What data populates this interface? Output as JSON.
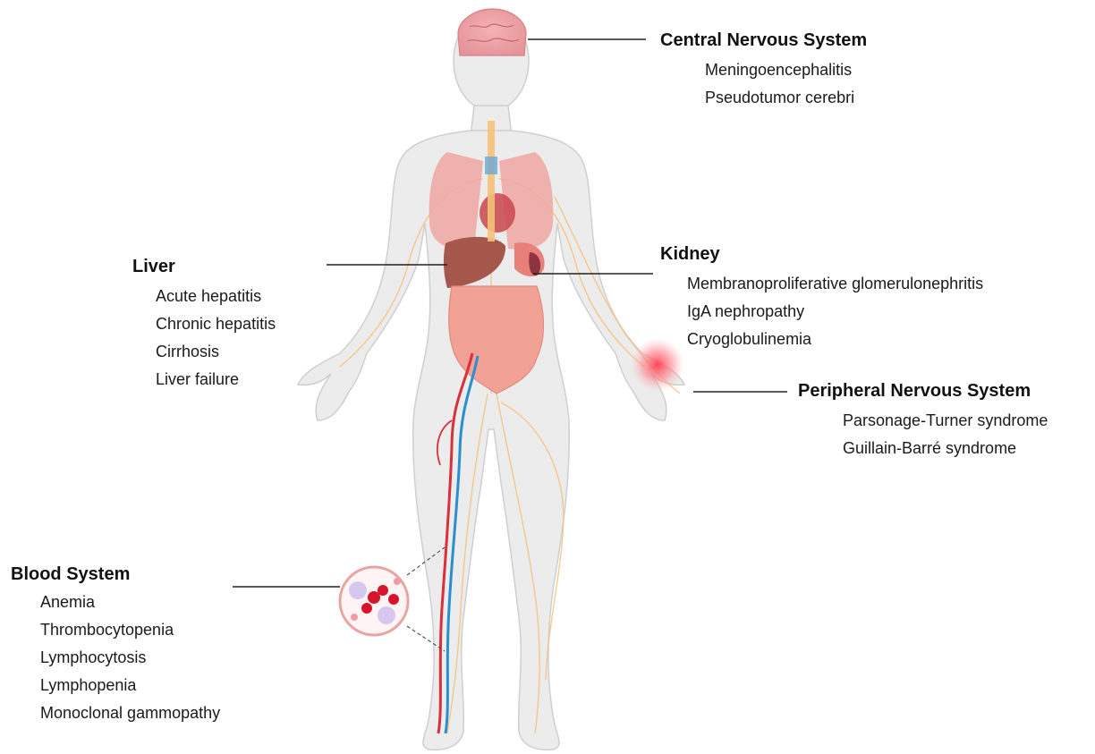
{
  "groups": {
    "cns": {
      "title": "Central Nervous System",
      "items": [
        "Meningoencephalitis",
        "Pseudotumor cerebri"
      ]
    },
    "liver": {
      "title": "Liver",
      "items": [
        "Acute hepatitis",
        "Chronic hepatitis",
        "Cirrhosis",
        "Liver failure"
      ]
    },
    "kidney": {
      "title": "Kidney",
      "items": [
        "Membranoproliferative glomerulonephritis",
        "IgA nephropathy",
        "Cryoglobulinemia"
      ]
    },
    "pns": {
      "title": "Peripheral Nervous System",
      "items": [
        "Parsonage-Turner syndrome",
        "Guillain-Barré syndrome"
      ]
    },
    "blood": {
      "title": "Blood System",
      "items": [
        "Anemia",
        "Thrombocytopenia",
        "Lymphocytosis",
        "Lymphopenia",
        "Monoclonal gammopathy"
      ]
    }
  },
  "colors": {
    "body_fill": "#ececec",
    "body_outline": "#cfcfcf",
    "nerve": "#f6c27a",
    "organ": "#eea39b",
    "artery": "#d9303a",
    "vein": "#2a8fd0",
    "inflammation": "#ff4d5c",
    "leader_line": "#222222"
  }
}
